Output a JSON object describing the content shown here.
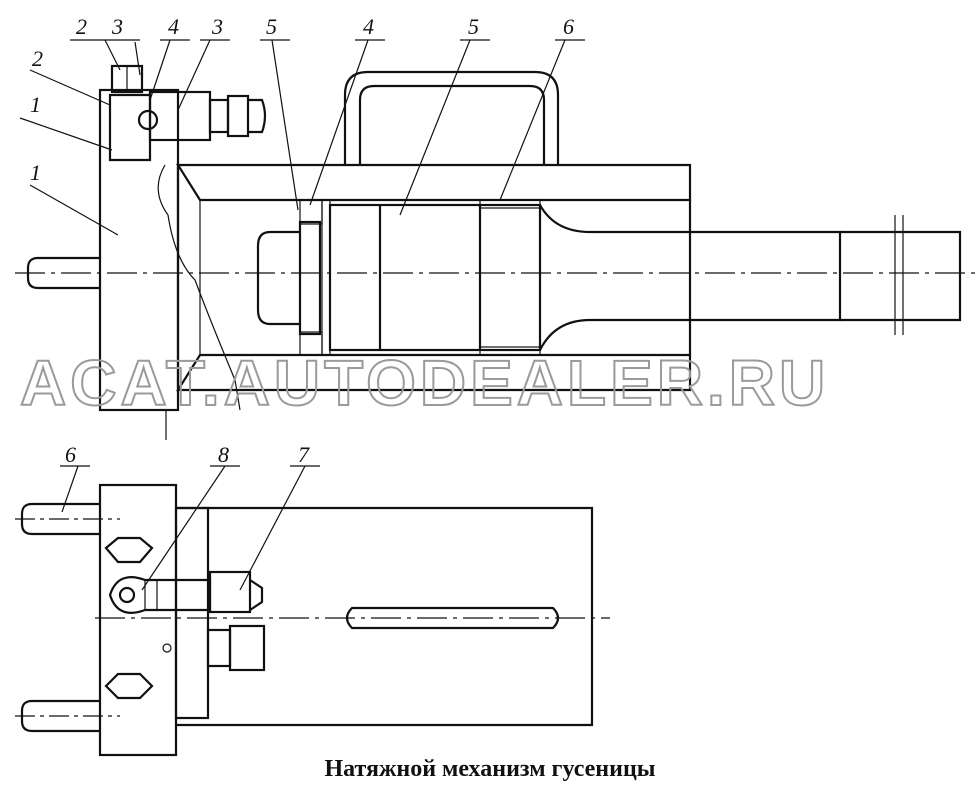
{
  "caption": "Натяжной механизм гусеницы",
  "watermark": "ACAT.AUTODEALER.RU",
  "callouts": {
    "c2a": "2",
    "c3a": "3",
    "c4a": "4",
    "c3b": "3",
    "c2b": "2",
    "c1a": "1",
    "c1b": "1",
    "c5a": "5",
    "c4b": "4",
    "c5b": "5",
    "c6a": "6",
    "c6b": "6",
    "c8": "8",
    "c7": "7"
  }
}
